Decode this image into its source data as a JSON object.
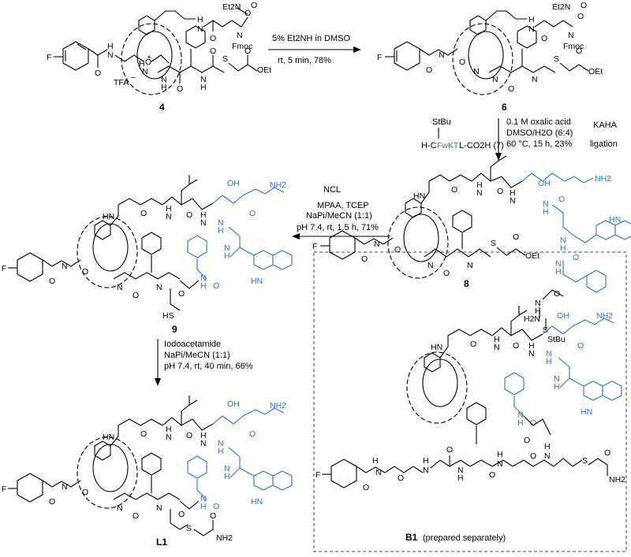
{
  "compounds": {
    "c4": "4",
    "c6": "6",
    "c8": "8",
    "c9": "9",
    "cL1": "L1",
    "cB1": "B1",
    "cB1_note": "(prepared separately)"
  },
  "atoms": {
    "F": "F",
    "N": "N",
    "H": "H",
    "O": "O",
    "S": "S",
    "OEt": "OEt",
    "HS": "HS",
    "H2N": "H2N",
    "NH2": "NH2",
    "HN": "HN",
    "OH": "OH",
    "tfa": "TFA",
    "charge": "−",
    "plus": "+",
    "fmoc": "Fmoc",
    "et2n": "Et2N",
    "stbu": "StBu",
    "n_sub": "N"
  },
  "reactions": {
    "r1": {
      "line1": "5% Et2NH in DMSO",
      "line2": "rt, 5 min, 78%"
    },
    "r2": {
      "reagent_top": "StBu",
      "reagent_prefix": "H-C",
      "reagent_blue": "FwKT",
      "reagent_suffix": "L-CO2H (7)",
      "line1": "0.1 M oxalic acid",
      "line2": "DMSO/H2O (6:4)",
      "line3": "60 °C, 15 h, 23%",
      "side1": "KAHA",
      "side2": "ligation"
    },
    "r3": {
      "line1": "NCL",
      "line2": "MPAA, TCEP",
      "line3": "NaPi/MeCN (1:1)",
      "line4": "pH 7.4, rt, 1.5 h, 71%"
    },
    "r4": {
      "line1": "Iodoacetamide",
      "line2": "NaPi/MeCN (1:1)",
      "line3": "pH 7.4, rt, 40 min, 66%"
    }
  },
  "colors": {
    "peptide_blue": "#2f6fd6",
    "ink": "#000000"
  }
}
